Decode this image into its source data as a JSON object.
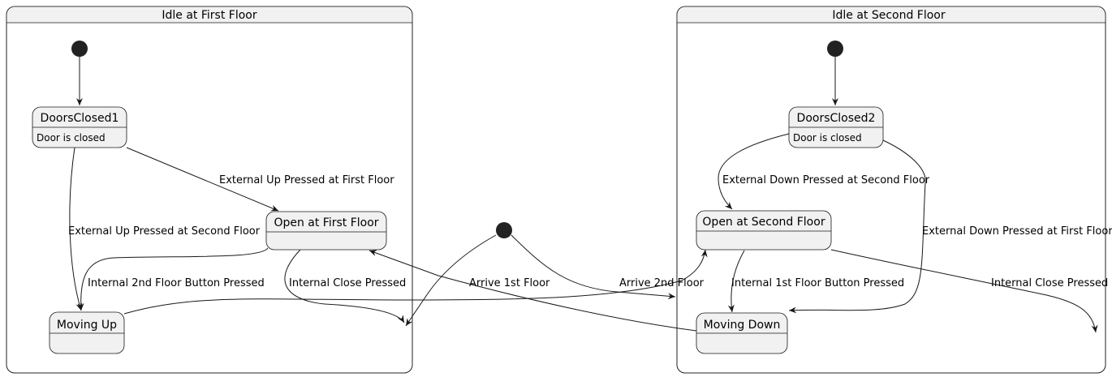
{
  "composites": {
    "first_floor": {
      "title": "Idle at First Floor"
    },
    "second_floor": {
      "title": "Idle at Second Floor"
    }
  },
  "states": {
    "doors_closed_1": {
      "title": "DoorsClosed1",
      "description": "Door is closed"
    },
    "open_first_floor": {
      "title": "Open at First Floor",
      "description": ""
    },
    "moving_up": {
      "title": "Moving Up",
      "description": ""
    },
    "doors_closed_2": {
      "title": "DoorsClosed2",
      "description": "Door is closed"
    },
    "open_second_floor": {
      "title": "Open at Second Floor",
      "description": ""
    },
    "moving_down": {
      "title": "Moving Down",
      "description": ""
    }
  },
  "transitions": {
    "ext_up_first": "External Up Pressed at First Floor",
    "ext_up_second": "External Up Pressed at Second Floor",
    "int_2nd_button": "Internal 2nd Floor Button Pressed",
    "int_close_first": "Internal Close Pressed",
    "arrive_1st": "Arrive 1st Floor",
    "arrive_2nd": "Arrive 2nd Floor",
    "ext_down_second": "External Down Pressed at Second Floor",
    "ext_down_first": "External Down Pressed at First Floor",
    "int_1st_button": "Internal 1st Floor Button Pressed",
    "int_close_second": "Internal Close Pressed"
  },
  "colors": {
    "state_fill": "#f1f1f1",
    "line": "#181818",
    "initial_dot": "#222222"
  }
}
